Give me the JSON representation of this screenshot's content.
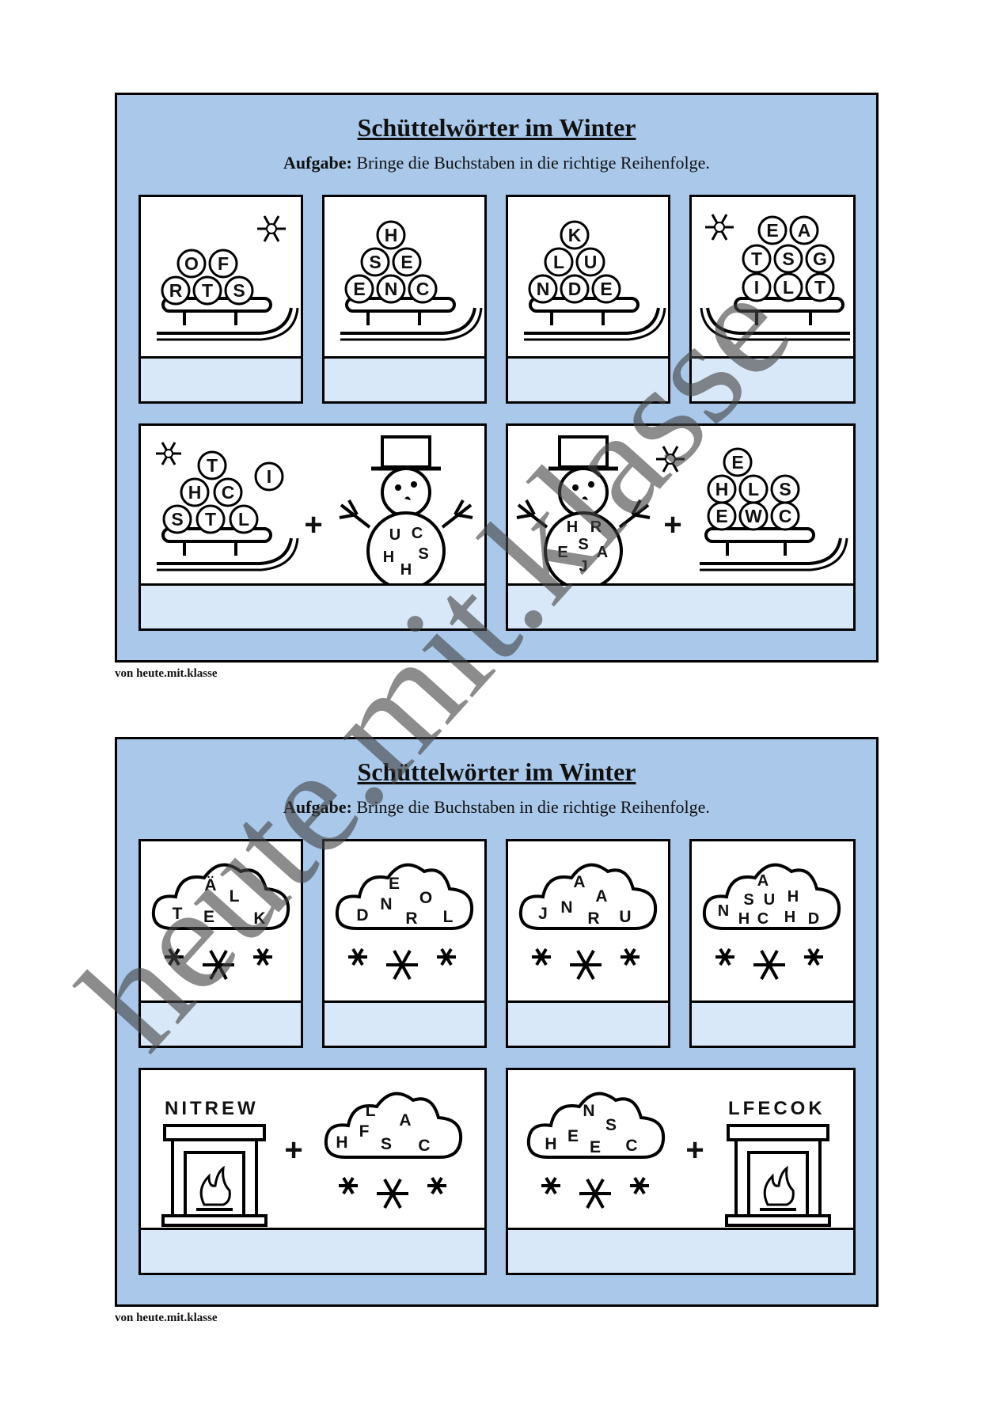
{
  "sheets": [
    {
      "title": "Schüttelwörter im Winter",
      "task_label": "Aufgabe:",
      "task_text": "Bringe die Buchstaben in die richtige Reihenfolge.",
      "credit": "von heute.mit.klasse"
    },
    {
      "title": "Schüttelwörter im Winter",
      "task_label": "Aufgabe:",
      "task_text": "Bringe die Buchstaben in die richtige Reihenfolge.",
      "credit": "von heute.mit.klasse"
    }
  ],
  "sleds": [
    {
      "letters": [
        "O",
        "F",
        "R",
        "T",
        "S"
      ]
    },
    {
      "letters": [
        "H",
        "S",
        "E",
        "E",
        "N",
        "C"
      ]
    },
    {
      "letters": [
        "K",
        "L",
        "U",
        "N",
        "D",
        "E"
      ]
    },
    {
      "letters": [
        "E",
        "A",
        "T",
        "S",
        "G",
        "I",
        "L",
        "T"
      ]
    },
    {
      "letters": [
        "T",
        "H",
        "C",
        "S",
        "T",
        "L"
      ],
      "extra": "I",
      "snowman": [
        "U",
        "C",
        "H",
        "S",
        "H"
      ]
    },
    {
      "snowman": [
        "H",
        "R",
        "S",
        "E",
        "A",
        "J"
      ],
      "letters": [
        "E",
        "H",
        "L",
        "S",
        "E",
        "W",
        "C"
      ]
    }
  ],
  "clouds": [
    {
      "letters": [
        "Ä",
        "L",
        "T",
        "E",
        "K"
      ]
    },
    {
      "letters": [
        "E",
        "N",
        "O",
        "D",
        "R",
        "L"
      ]
    },
    {
      "letters": [
        "A",
        "A",
        "J",
        "N",
        "R",
        "U"
      ]
    },
    {
      "letters": [
        "A",
        "S",
        "U",
        "H",
        "N",
        "H",
        "C",
        "H",
        "D"
      ]
    },
    {
      "word": "NITREW",
      "letters": [
        "L",
        "F",
        "A",
        "H",
        "S",
        "C"
      ]
    },
    {
      "letters": [
        "N",
        "E",
        "S",
        "H",
        "E",
        "C"
      ],
      "word": "LFECOK"
    }
  ],
  "plus": "+",
  "watermark": "heute.mit.klasse",
  "icons": [
    "snowflake-icon",
    "sled-icon",
    "snowman-icon",
    "cloud-icon",
    "fireplace-icon",
    "snow-star-icon"
  ]
}
